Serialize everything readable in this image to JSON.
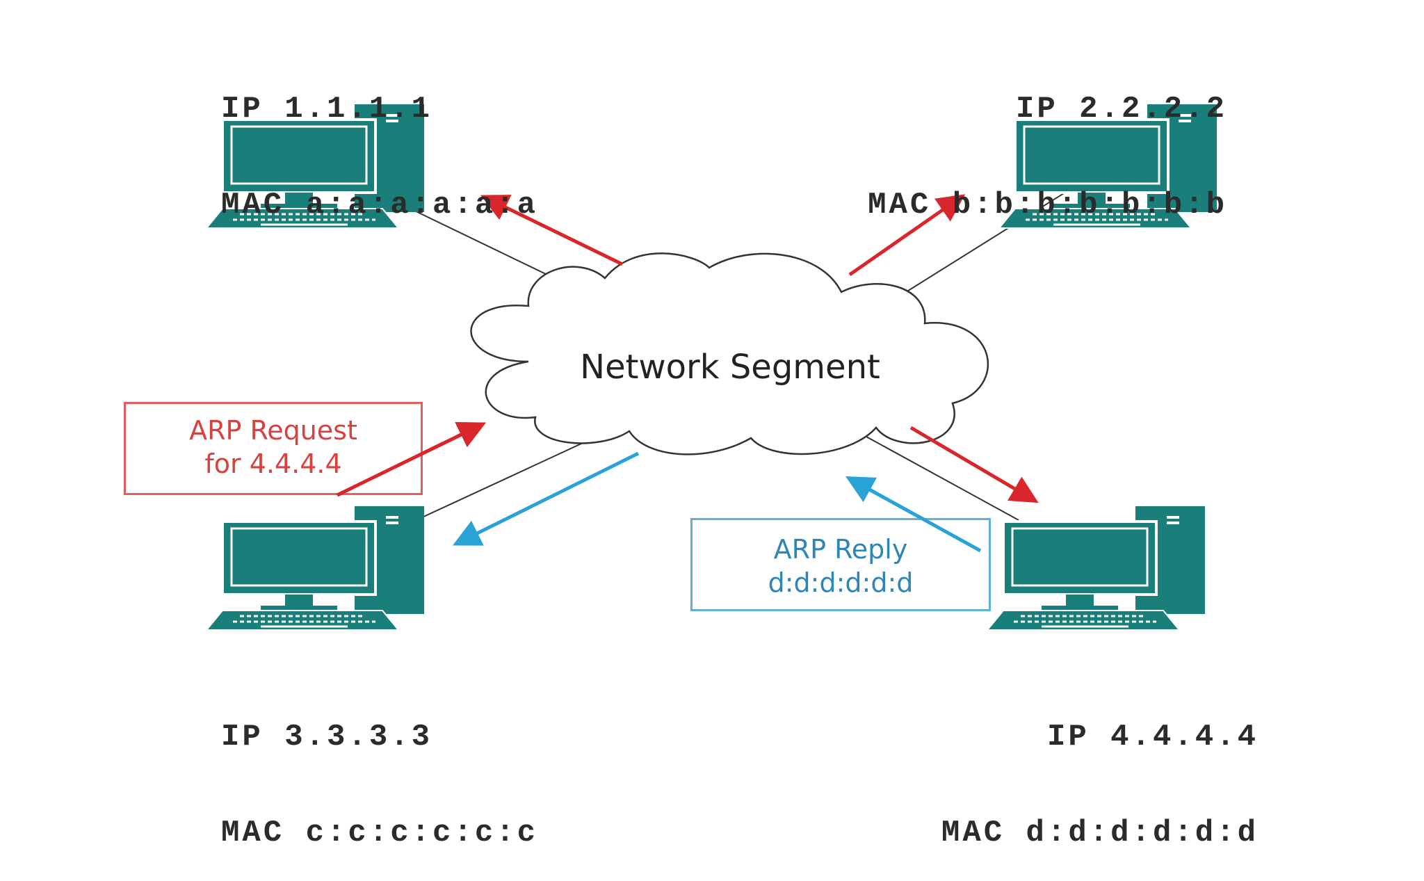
{
  "diagram": {
    "cloud_label": "Network Segment",
    "hosts": [
      {
        "ip": "IP 1.1.1.1",
        "mac": "MAC a:a:a:a:a:a"
      },
      {
        "ip": "IP 2.2.2.2",
        "mac": "MAC b:b:b:b:b:b:b"
      },
      {
        "ip": "IP 3.3.3.3",
        "mac": "MAC c:c:c:c:c:c"
      },
      {
        "ip": "IP 4.4.4.4",
        "mac": "MAC d:d:d:d:d:d"
      }
    ],
    "request_box": {
      "line1": "ARP Request",
      "line2": "for 4.4.4.4"
    },
    "reply_box": {
      "line1": "ARP Reply",
      "line2": "d:d:d:d:d:d"
    },
    "colors": {
      "computer": "#1a7f7a",
      "request": "#d9262a",
      "reply": "#29a3d6",
      "link": "#333333"
    }
  }
}
